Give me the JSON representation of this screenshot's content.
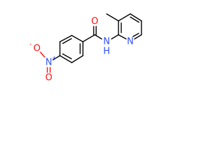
{
  "molecule": {
    "atoms": {
      "amide_oxygen": "O",
      "amide_nitrogen": "N",
      "amide_hydrogen": "H",
      "pyridine_nitrogen": "N",
      "nitro_nitrogen": "N",
      "nitro_plus": "+",
      "nitro_oxygen_single": "O",
      "nitro_oxygen_minus": "-",
      "nitro_oxygen_double": "O"
    },
    "colors": {
      "bond": "#000000",
      "oxygen": "#ff0d0d",
      "nitrogen": "#3050f8"
    }
  }
}
